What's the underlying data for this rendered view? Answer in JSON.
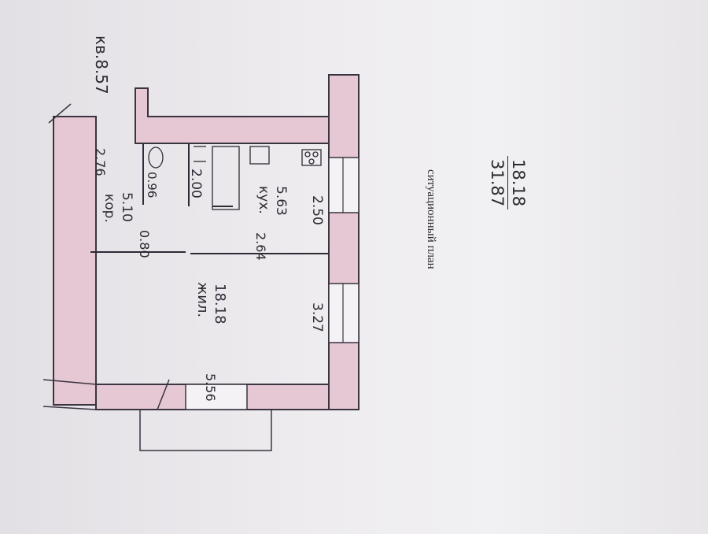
{
  "apartment_label": "кв.8.57",
  "rooms": {
    "corridor": {
      "name": "кор.",
      "area": "5.10"
    },
    "living": {
      "name": "жил.",
      "area": "18.18"
    },
    "kitchen": {
      "name": "кух.",
      "area": "5.63"
    }
  },
  "dimensions": {
    "corridor_top": "2.76",
    "bath": "0.96",
    "toilet": "2.00",
    "corridor_width": "0.80",
    "kitchen_width": "2.64",
    "kitchen_bottom": "2.50",
    "living_bottom": "3.27",
    "living_length": "5.56"
  },
  "caption": "ситуационный план",
  "summary": {
    "living_area": "18.18",
    "total_area": "31.87"
  }
}
